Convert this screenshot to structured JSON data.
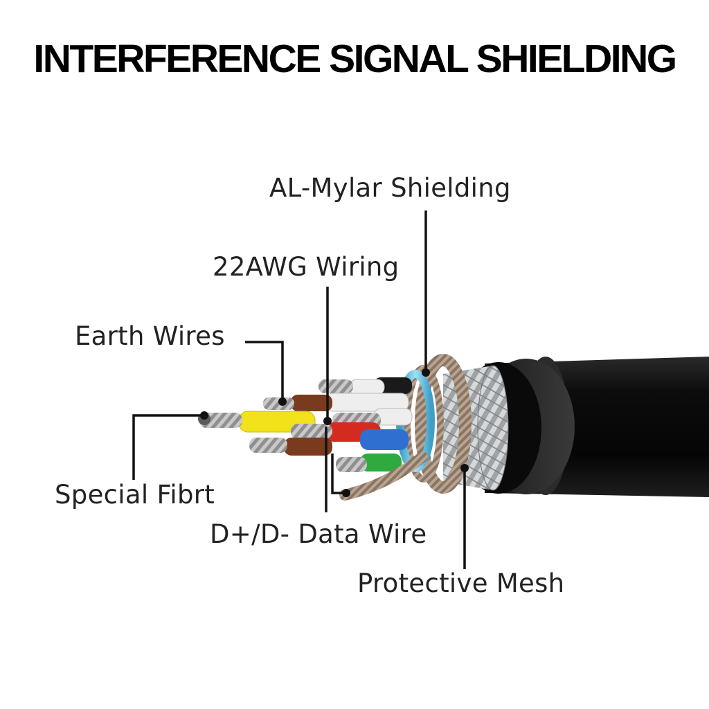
{
  "title": "INTERFERENCE SIGNAL SHIELDING",
  "labels": {
    "al_mylar": "AL-Mylar Shielding",
    "wiring_22awg": "22AWG Wiring",
    "earth_wires": "Earth  Wires",
    "special_fibre": "Special Fibrt",
    "data_wire": "D+/D- Data Wire",
    "protective_mesh": "Protective Mesh"
  },
  "colors": {
    "jacket": "#111111",
    "mesh": "#b9bcbf",
    "braid": "#a08a78",
    "mylar": "#6fc3e0",
    "wire_yellow": "#f2e21a",
    "wire_brown": "#7a3a1e",
    "wire_red": "#d42a20",
    "wire_blue": "#2f6fd0",
    "wire_green": "#2faa3e",
    "wire_white": "#eeeeee",
    "wire_black": "#1a1a1a"
  }
}
